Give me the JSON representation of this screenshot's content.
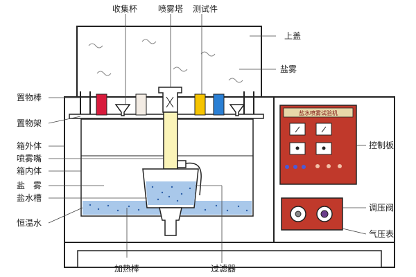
{
  "labels": {
    "collect_cup": "收集杯",
    "spray_tower": "喷雾塔",
    "test_piece": "测试件",
    "top_cover": "上盖",
    "salt_fog_top": "盐雾",
    "rod": "置物棒",
    "rack": "置物架",
    "outer_box": "箱外体",
    "nozzle": "喷雾嘴",
    "inner_box": "箱内体",
    "salt_fog_left": "盐　雾",
    "brine_tank": "盐水槽",
    "thermostatic_water": "恒温水",
    "control_panel": "控制板",
    "regulator_valve": "调压阀",
    "pressure_gauge": "气压表",
    "heater_rod": "加热棒",
    "filter": "过滤器"
  },
  "panel": {
    "title": "盐水喷雾试验机"
  },
  "colors": {
    "outline": "#222222",
    "control_red": "#c0392b",
    "spray_yellow": "#fbf4b8",
    "water_blue": "#a9c8ea",
    "red_cup": "#d81b3c",
    "yellow_piece": "#f6c400",
    "blue_piece": "#2a7fd4"
  }
}
